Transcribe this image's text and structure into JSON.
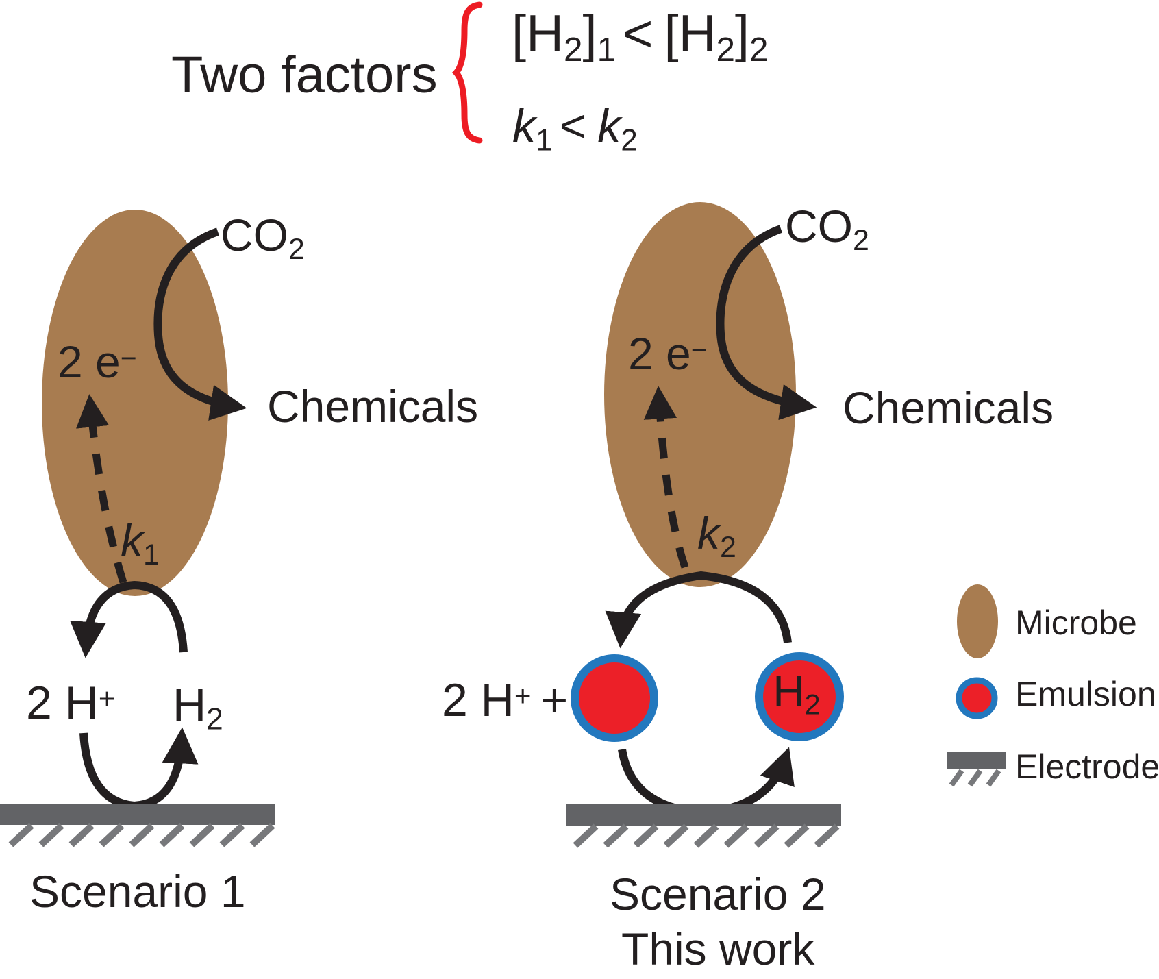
{
  "colors": {
    "microbe_brown": "#A87C50",
    "emulsion_fill": "#EC2028",
    "emulsion_ring": "#2378BE",
    "electrode_gray": "#626366",
    "hatch_gray": "#77787B",
    "brace_red": "#ED1C24",
    "ink_black": "#231F20"
  },
  "header": {
    "label": "Two factors",
    "factor1": {
      "open1": "[H",
      "sub1": "2",
      "close1": "]",
      "idx1": "1",
      "cmp": "<",
      "open2": "[H",
      "sub2": "2",
      "close2": "]",
      "idx2": "2"
    },
    "factor2": {
      "k1": "k",
      "k1sub": "1",
      "cmp": "<",
      "k2": "k",
      "k2sub": "2"
    }
  },
  "scenario1": {
    "co2": {
      "base": "CO",
      "sub": "2"
    },
    "chemicals": "Chemicals",
    "electrons": {
      "base": "2 e",
      "sup": "−"
    },
    "rate": {
      "base": "k",
      "sub": "1"
    },
    "protons": {
      "base": "2 H",
      "sup": "+"
    },
    "hydrogen": {
      "base": "H",
      "sub": "2"
    },
    "caption": "Scenario 1"
  },
  "scenario2": {
    "co2": {
      "base": "CO",
      "sub": "2"
    },
    "chemicals": "Chemicals",
    "electrons": {
      "base": "2 e",
      "sup": "−"
    },
    "rate": {
      "base": "k",
      "sub": "2"
    },
    "protons": {
      "base": "2 H",
      "sup": "+",
      "plus": "+"
    },
    "hydrogen": {
      "base": "H",
      "sub": "2"
    },
    "caption": "Scenario 2",
    "subcaption": "This work"
  },
  "legend": {
    "microbe": "Microbe",
    "emulsion": "Emulsion",
    "electrode": "Electrode"
  }
}
